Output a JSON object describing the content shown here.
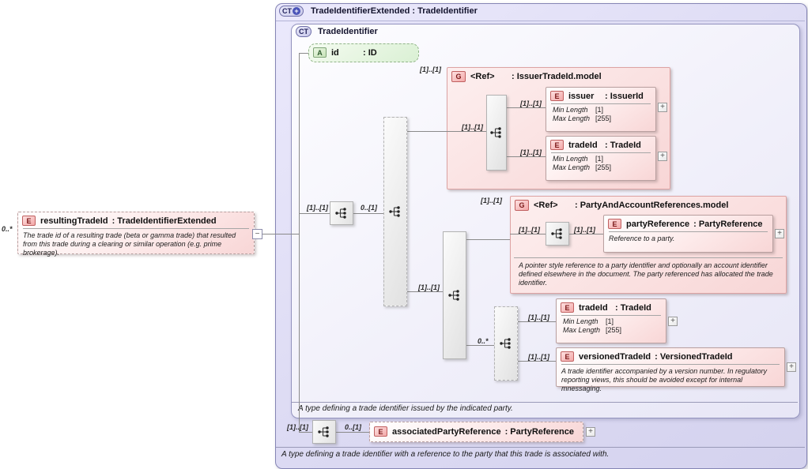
{
  "colors": {
    "complex_type_fill": "#dcdaf3",
    "element_pink_fill": "#f8d6d6",
    "attribute_green_fill": "#daf0d4",
    "badge_red_border": "#c06060",
    "connector_gray": "#8a8a8a"
  },
  "badges": {
    "element": "E",
    "group": "G",
    "attribute": "A",
    "complex_type": "CT",
    "plus": "+",
    "minus": "−"
  },
  "labels": {
    "c11": "[1]..[1]",
    "c01": "0..[1]",
    "c0s": "0..*"
  },
  "facets": {
    "min_label": "Min Length",
    "min_value": "[1]",
    "max_label": "Max Length",
    "max_value": "[255]"
  },
  "outer": {
    "title": "TradeIdentifierExtended : TradeIdentifier",
    "footer": "A type defining a trade identifier with a reference to the party that this trade is associated with."
  },
  "inner": {
    "title": "TradeIdentifier",
    "footer": "A type defining a trade identifier issued by the indicated party."
  },
  "attribute_id": {
    "name": "id",
    "type": ": ID"
  },
  "resulting": {
    "name": "resultingTradeId",
    "type": ": TradeIdentifierExtended",
    "doc": "The trade id of a resulting trade (beta or gamma trade) that resulted from this trade during a clearing or similar operation (e.g. prime brokerage)."
  },
  "issuer_group": {
    "ref": "<Ref>",
    "type": ": IssuerTradeId.model"
  },
  "issuer": {
    "name": "issuer",
    "type": ": IssuerId"
  },
  "trade_id_top": {
    "name": "tradeId",
    "type": ": TradeId"
  },
  "party_group": {
    "ref": "<Ref>",
    "type": ": PartyAndAccountReferences.model",
    "doc": "A pointer style reference to a party identifier and optionally an account identifier defined elsewhere in the document. The party referenced has allocated the trade identifier."
  },
  "party_reference": {
    "name": "partyReference",
    "type": ": PartyReference",
    "doc": "Reference to a party."
  },
  "trade_id_bottom": {
    "name": "tradeId",
    "type": ": TradeId"
  },
  "versioned": {
    "name": "versionedTradeId",
    "type": ": VersionedTradeId",
    "doc": "A trade identifier accompanied by a version number. In regulatory reporting views, this should be avoided except for internal mnessaging."
  },
  "associated": {
    "name": "associatedPartyReference",
    "type": ": PartyReference"
  }
}
